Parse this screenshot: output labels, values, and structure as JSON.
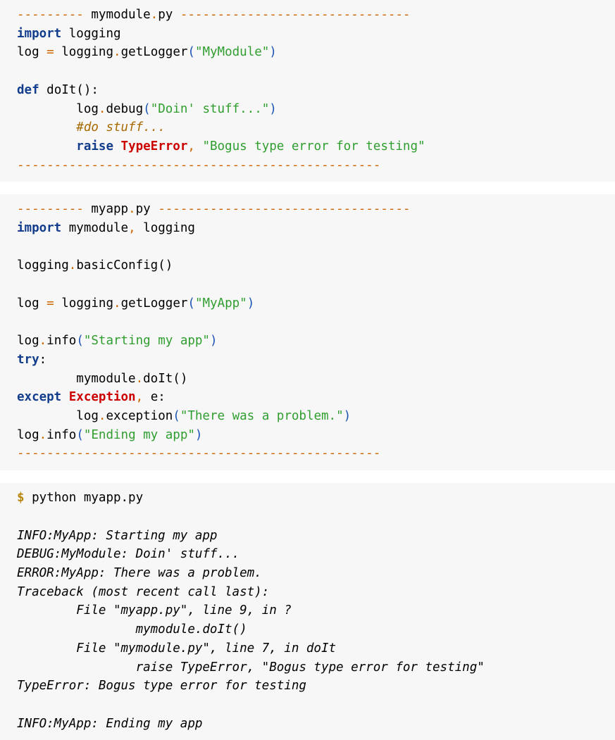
{
  "page": {
    "background": "#ffffff",
    "block_background": "#f7f7f7"
  },
  "colors": {
    "separator": "#cc6600",
    "keyword": "#123d8c",
    "exception": "#cc0000",
    "string": "#2f9e2f",
    "comment": "#a86a00",
    "punctuation": "#1a52b5",
    "prompt": "#b8860b",
    "plain": "#000000"
  },
  "blocks": [
    {
      "id": "mymodule-source",
      "kind": "python-source",
      "filename": "mymodule.py",
      "header_dashes_left": "---------",
      "header_dashes_right": "-------------------------------",
      "footer_dashes": "-------------------------------------------------",
      "lines": [
        "--------- mymodule.py -------------------------------",
        "import logging",
        "log = logging.getLogger(\"MyModule\")",
        "",
        "def doIt():",
        "        log.debug(\"Doin' stuff...\")",
        "        #do stuff...",
        "        raise TypeError, \"Bogus type error for testing\"",
        "-------------------------------------------------"
      ]
    },
    {
      "id": "myapp-source",
      "kind": "python-source",
      "filename": "myapp.py",
      "header_dashes_left": "---------",
      "header_dashes_right": "----------------------------------",
      "footer_dashes": "-------------------------------------------------",
      "lines": [
        "--------- myapp.py ----------------------------------",
        "import mymodule, logging",
        "",
        "logging.basicConfig()",
        "",
        "log = logging.getLogger(\"MyApp\")",
        "",
        "log.info(\"Starting my app\")",
        "try:",
        "        mymodule.doIt()",
        "except Exception, e:",
        "        log.exception(\"There was a problem.\")",
        "log.info(\"Ending my app\")",
        "-------------------------------------------------"
      ]
    },
    {
      "id": "terminal-output",
      "kind": "terminal",
      "prompt_symbol": "$",
      "command": "python myapp.py",
      "output_lines": [
        "",
        "INFO:MyApp: Starting my app",
        "DEBUG:MyModule: Doin' stuff...",
        "ERROR:MyApp: There was a problem.",
        "Traceback (most recent call last):",
        "        File \"myapp.py\", line 9, in ?",
        "                mymodule.doIt()",
        "        File \"mymodule.py\", line 7, in doIt",
        "                raise TypeError, \"Bogus type error for testing\"",
        "TypeError: Bogus type error for testing",
        "",
        "INFO:MyApp: Ending my app"
      ]
    }
  ],
  "tokens": {
    "b1": {
      "dash_left": "---------",
      "file": "mymodule",
      "ext": "py",
      "dash_right": "-------------------------------",
      "kw_import": "import",
      "mod_logging": "logging",
      "id_log": "log",
      "op_eq": "=",
      "call_getlogger": "logging",
      "m_getlogger": "getLogger",
      "s_mymodule": "\"MyModule\"",
      "kw_def": "def",
      "fn_doit": "doIt()",
      "colon": ":",
      "id_log2": "log",
      "m_debug": "debug",
      "s_doin": "\"Doin' stuff...\"",
      "comment": "#do stuff...",
      "kw_raise": "raise",
      "exc_typeerror": "TypeError",
      "comma": ",",
      "s_bogus": "\"Bogus type error for testing\"",
      "footer": "-------------------------------------------------"
    },
    "b2": {
      "dash_left": "---------",
      "file": "myapp",
      "ext": "py",
      "dash_right": "----------------------------------",
      "kw_import": "import",
      "mod_mymodule": "mymodule",
      "comma": ",",
      "mod_logging": "logging",
      "id_logging": "logging",
      "m_basicconfig": "basicConfig()",
      "id_log": "log",
      "op_eq": "=",
      "m_getlogger": "getLogger",
      "s_myapp": "\"MyApp\"",
      "m_info": "info",
      "s_starting": "\"Starting my app\"",
      "kw_try": "try",
      "id_mymodule": "mymodule",
      "m_doit": "doIt()",
      "kw_except": "except",
      "exc_exception": "Exception",
      "var_e": "e:",
      "m_exception": "exception",
      "s_problem": "\"There was a problem.\"",
      "m_info2": "info",
      "s_ending": "\"Ending my app\"",
      "footer": "-------------------------------------------------"
    },
    "b3": {
      "prompt": "$",
      "command": "python myapp.py",
      "l_info_start": "INFO:MyApp: Starting my app",
      "l_debug": "DEBUG:MyModule: Doin' stuff...",
      "l_error": "ERROR:MyApp: There was a problem.",
      "l_traceback": "Traceback (most recent call last):",
      "l_file1": "        File \"myapp.py\", line 9, in ?",
      "l_call1": "                mymodule.doIt()",
      "l_file2": "        File \"mymodule.py\", line 7, in doIt",
      "l_call2": "                raise TypeError, \"Bogus type error for testing\"",
      "l_typeerror": "TypeError: Bogus type error for testing",
      "l_info_end": "INFO:MyApp: Ending my app"
    }
  }
}
